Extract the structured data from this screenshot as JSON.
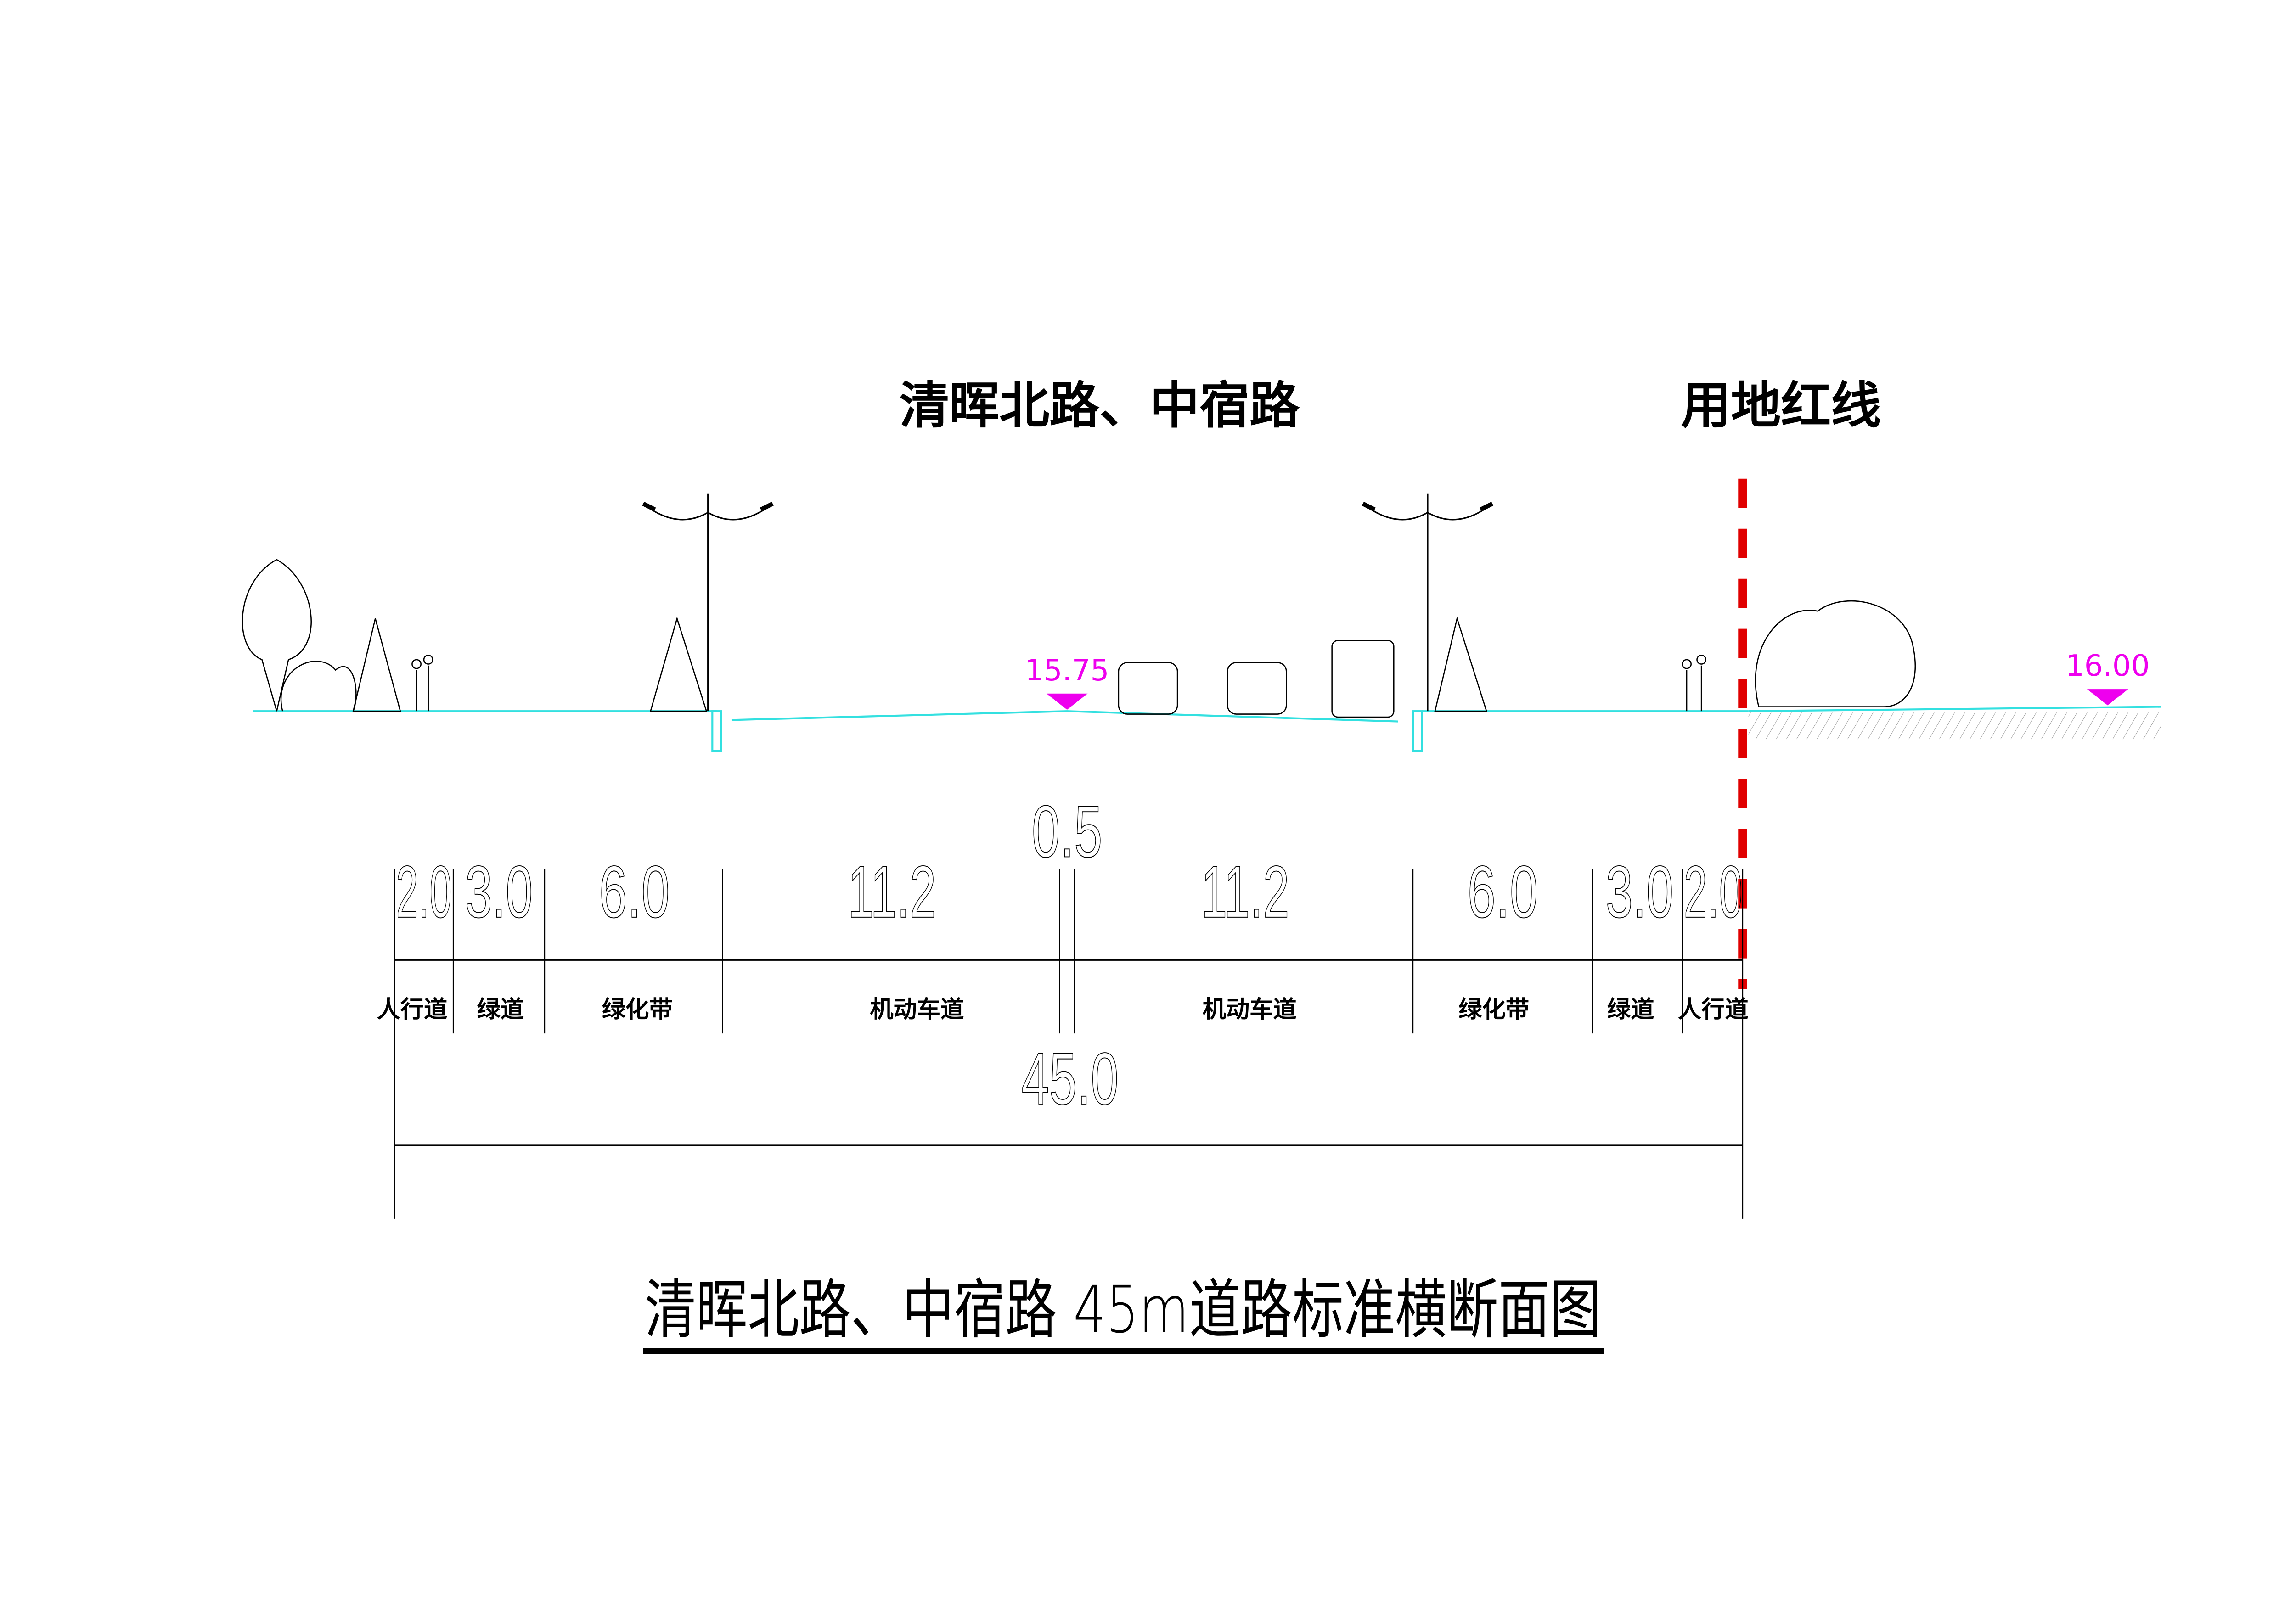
{
  "headings": {
    "road_name": "清晖北路、中宿路",
    "red_line_label": "用地红线"
  },
  "elevations": {
    "road_center": "15.75",
    "outside": "16.00"
  },
  "segments": [
    {
      "width": "2.0",
      "label": "人行道"
    },
    {
      "width": "3.0",
      "label": "绿道"
    },
    {
      "width": "6.0",
      "label": "绿化带"
    },
    {
      "width": "11.2",
      "label": "机动车道"
    },
    {
      "width": "0.5",
      "label": ""
    },
    {
      "width": "11.2",
      "label": "机动车道"
    },
    {
      "width": "6.0",
      "label": "绿化带"
    },
    {
      "width": "3.0",
      "label": "绿道"
    },
    {
      "width": "2.0",
      "label": "人行道"
    }
  ],
  "total_width": "45.0",
  "drawing_title": "清晖北路、中宿路  45m道路标准横断面图",
  "colors": {
    "ground": "#33e0e0",
    "elevation": "#ee00ee",
    "red_line": "#e00000"
  }
}
